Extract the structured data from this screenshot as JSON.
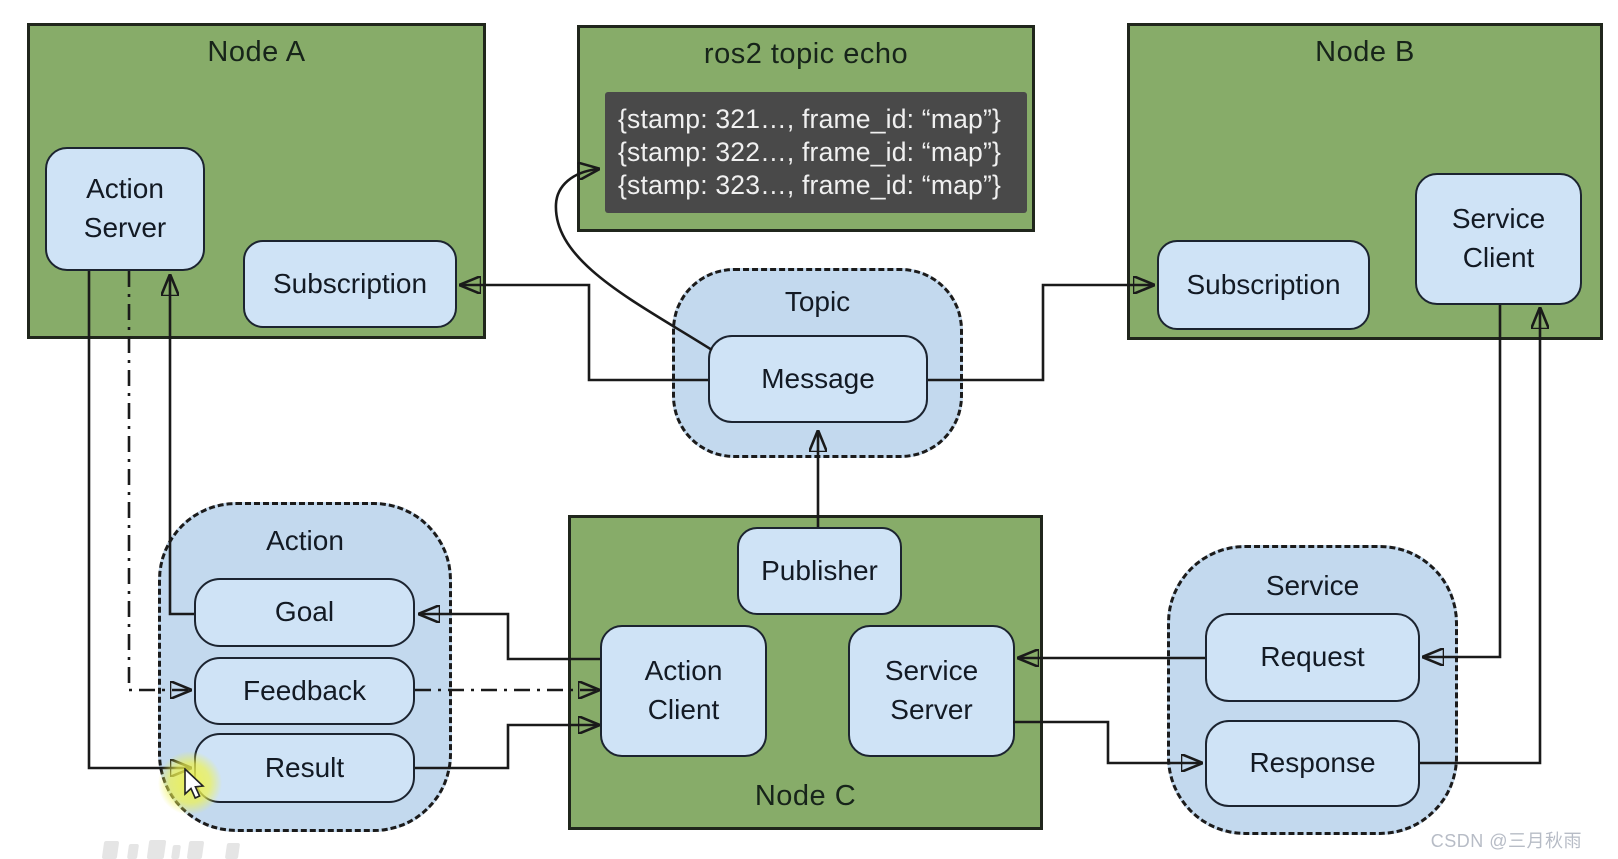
{
  "colors": {
    "green": "#87ac69",
    "box_blue": "#cfe3f6",
    "blob_blue": "#c3d9ee",
    "terminal_bg": "#494949",
    "terminal_text": "#f0f0f0",
    "line": "#1a1a1a",
    "title_text": "#17241a",
    "label_text": "#131a24",
    "highlight": "#eef250",
    "watermark": "#b7bcc6"
  },
  "nodes": {
    "node_a": {
      "title": "Node A"
    },
    "node_b": {
      "title": "Node B"
    },
    "node_c": {
      "title": "Node C"
    },
    "echo": {
      "title": "ros2 topic echo"
    }
  },
  "terminal": {
    "lines": [
      "{stamp: 321…, frame_id: “map”}",
      "{stamp: 322…, frame_id: “map”}",
      "{stamp: 323…, frame_id: “map”}"
    ]
  },
  "groups": {
    "topic": {
      "label": "Topic"
    },
    "action": {
      "label": "Action"
    },
    "service": {
      "label": "Service"
    }
  },
  "boxes": {
    "action_server": {
      "label": "Action Server"
    },
    "subscription_a": {
      "label": "Subscription"
    },
    "subscription_b": {
      "label": "Subscription"
    },
    "service_client": {
      "label": "Service Client"
    },
    "message": {
      "label": "Message"
    },
    "publisher": {
      "label": "Publisher"
    },
    "action_client": {
      "label": "Action Client"
    },
    "service_server": {
      "label": "Service Server"
    },
    "goal": {
      "label": "Goal"
    },
    "feedback": {
      "label": "Feedback"
    },
    "result": {
      "label": "Result"
    },
    "request": {
      "label": "Request"
    },
    "response": {
      "label": "Response"
    }
  },
  "watermark": "CSDN @三月秋雨"
}
